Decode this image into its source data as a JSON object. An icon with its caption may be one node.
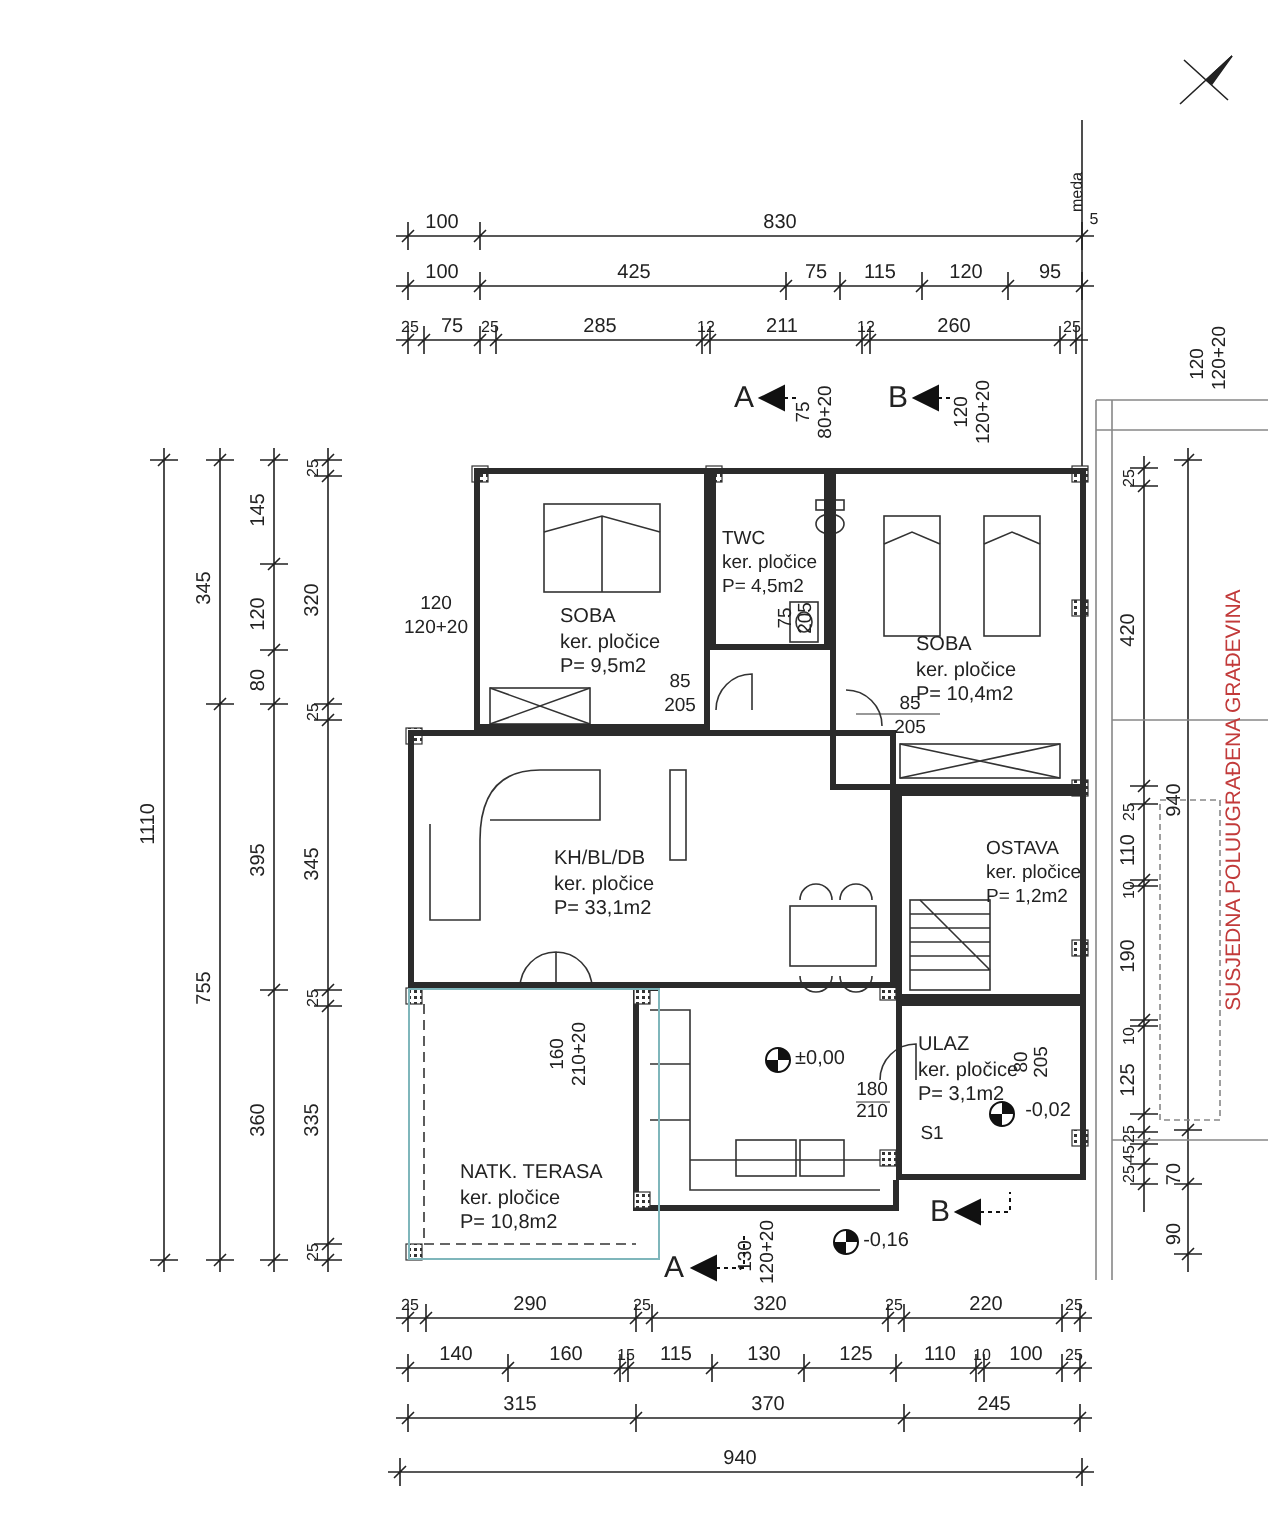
{
  "diagram": {
    "nodes": [
      {
        "text": [
          "SOBA",
          "ker. pločice",
          "P= 9,5m2"
        ]
      },
      {
        "text": [
          "TWC",
          "ker. pločice",
          "P= 4,5m2"
        ]
      },
      {
        "text": [
          "SOBA",
          "ker. pločice",
          "P= 10,4m2"
        ]
      },
      {
        "text": [
          "KH/BL/DB",
          "ker. pločice",
          "P= 33,1m2"
        ]
      },
      {
        "text": [
          "OSTAVA",
          "ker. pločice",
          "P= 1,2m2"
        ]
      },
      {
        "text": [
          "ULAZ",
          "ker. pločice",
          "P= 3,1m2"
        ]
      },
      {
        "text": [
          "NATK. TERASA",
          "ker. pločice",
          "P= 10,8m2"
        ]
      }
    ],
    "edges": [],
    "labels": [
      "meda",
      "100",
      "830",
      "5",
      "100",
      "425",
      "75",
      "115",
      "120",
      "95",
      "25",
      "75",
      "25",
      "285",
      "12",
      "211",
      "12",
      "260",
      "25",
      "120",
      "120+20",
      "A",
      "75",
      "80+20",
      "B",
      "120",
      "120+20",
      "1110",
      "345",
      "755",
      "145",
      "120",
      "80",
      "395",
      "360",
      "25",
      "320",
      "25",
      "345",
      "25",
      "335",
      "25",
      "120",
      "120+20",
      "85",
      "205",
      "75",
      "205",
      "85",
      "205",
      "160",
      "210+20",
      "±0,00",
      "80",
      "205",
      "180",
      "210",
      "-0,02",
      "S1",
      "B",
      "130",
      "120+20",
      "-0,16",
      "A",
      "25",
      "420",
      "940",
      "25",
      "110",
      "10",
      "190",
      "10",
      "125",
      "25",
      "45",
      "25",
      "70",
      "90",
      "SUSJEDNA POLUUGRAĐENA GRAĐEVINA",
      "25",
      "290",
      "25",
      "320",
      "25",
      "220",
      "25",
      "140",
      "160",
      "15",
      "115",
      "130",
      "125",
      "110",
      "10",
      "100",
      "25",
      "315",
      "370",
      "245",
      "940"
    ]
  }
}
